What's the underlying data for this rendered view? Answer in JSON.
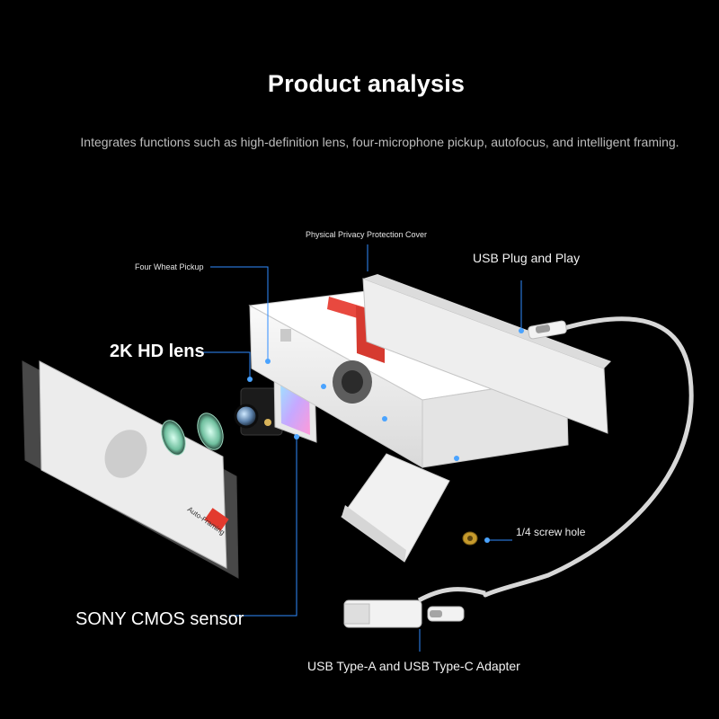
{
  "header": {
    "title": "Product analysis",
    "subtitle": "Integrates functions such as high-definition lens, four-microphone pickup, autofocus, and intelligent framing."
  },
  "callouts": {
    "privacy_cover": "Physical Privacy Protection Cover",
    "four_wheat": "Four Wheat Pickup",
    "usb_plug": "USB Plug and Play",
    "hd_lens": "2K HD lens",
    "screw_hole": "1/4 screw hole",
    "cmos": "SONY CMOS sensor",
    "adapter": "USB Type-A and USB Type-C Adapter"
  },
  "panel_text": {
    "auto_framing": "Auto-Framing"
  },
  "colors": {
    "background": "#000000",
    "callout_line": "#2f8cff",
    "privacy_cover": "#e8493f",
    "device_body": "#f0f0f0"
  }
}
